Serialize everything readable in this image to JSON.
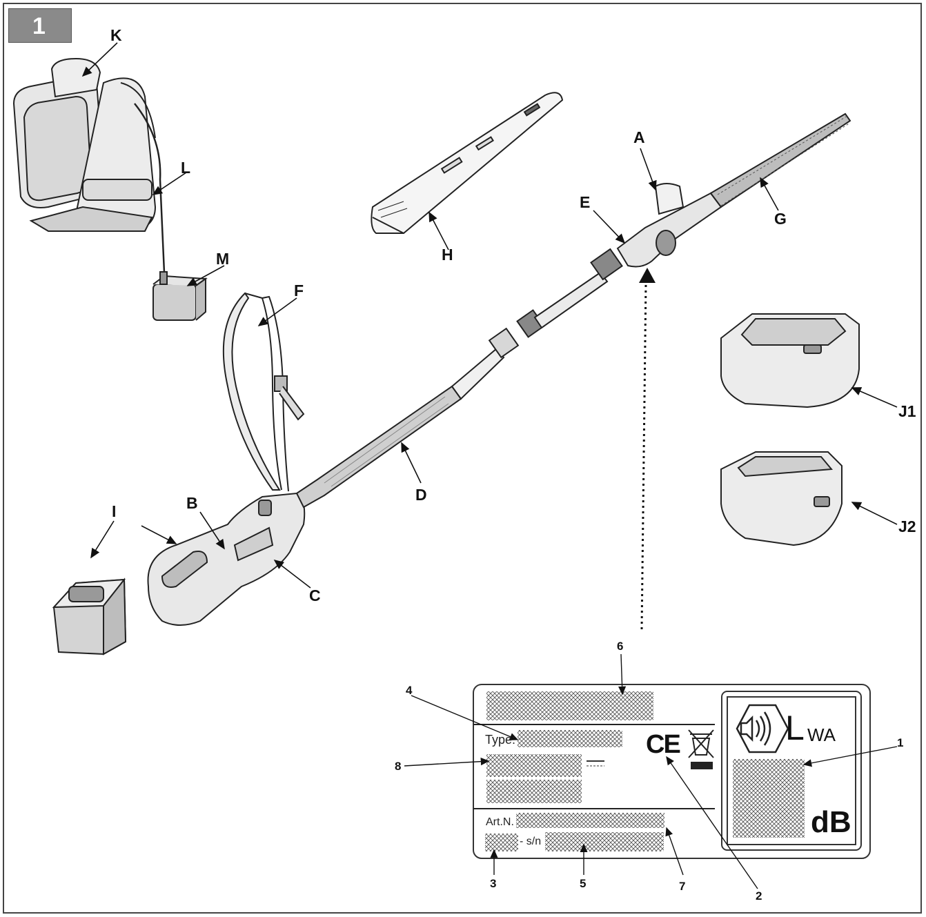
{
  "figure_number": "1",
  "component_labels": {
    "A": "A",
    "B": "B",
    "C": "C",
    "D": "D",
    "E": "E",
    "F": "F",
    "G": "G",
    "H": "H",
    "I": "I",
    "J1": "J1",
    "J2": "J2",
    "K": "K",
    "L": "L",
    "M": "M"
  },
  "rating_plate": {
    "type_label": "Type:",
    "art_label": "Art.N.",
    "sn_label": "- s/n",
    "lwa_letter": "L",
    "lwa_subscript": "WA",
    "db_label": "dB",
    "ce_mark": "CE"
  },
  "plate_callouts": [
    "1",
    "2",
    "3",
    "4",
    "5",
    "6",
    "7",
    "8"
  ],
  "icons": [
    "backpack-battery-icon",
    "hedge-trimmer-icon",
    "blade-cover-icon",
    "battery-pack-icon",
    "charger-icon",
    "sound-power-icon",
    "weee-bin-icon",
    "ce-mark-icon"
  ]
}
